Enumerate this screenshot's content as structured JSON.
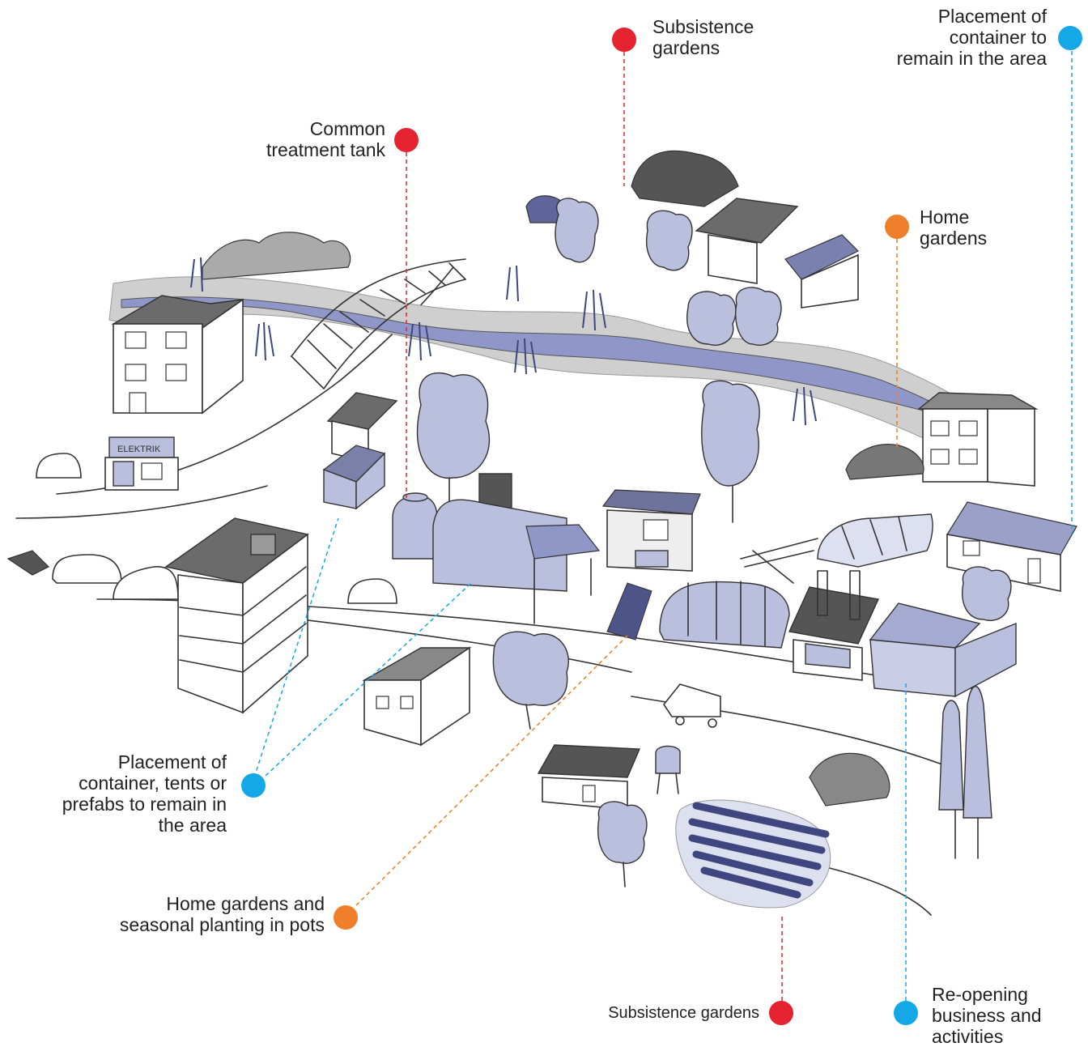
{
  "colors": {
    "red": "#e52330",
    "orange": "#ef7f2b",
    "blue": "#14a8e6",
    "river": "#8e97c8",
    "riverbank": "#c9c9c9",
    "vegetation": "#b9bfdc"
  },
  "labels": {
    "subsistence_top": "Subsistence\ngardens",
    "treatment_tank": "Common\ntreatment tank",
    "container_remain": "Placement of\ncontainer to\nremain in the area",
    "home_gardens": "Home\ngardens",
    "container_tents": "Placement of\ncontainer, tents or\nprefabs to remain in\nthe area",
    "home_gardens_pots": "Home gardens and\nseasonal planting in pots",
    "subsistence_bottom": "Subsistence gardens",
    "reopening": "Re-opening\nbusiness and\nactivities"
  },
  "signs": {
    "shop": "ELEKTRIK"
  }
}
